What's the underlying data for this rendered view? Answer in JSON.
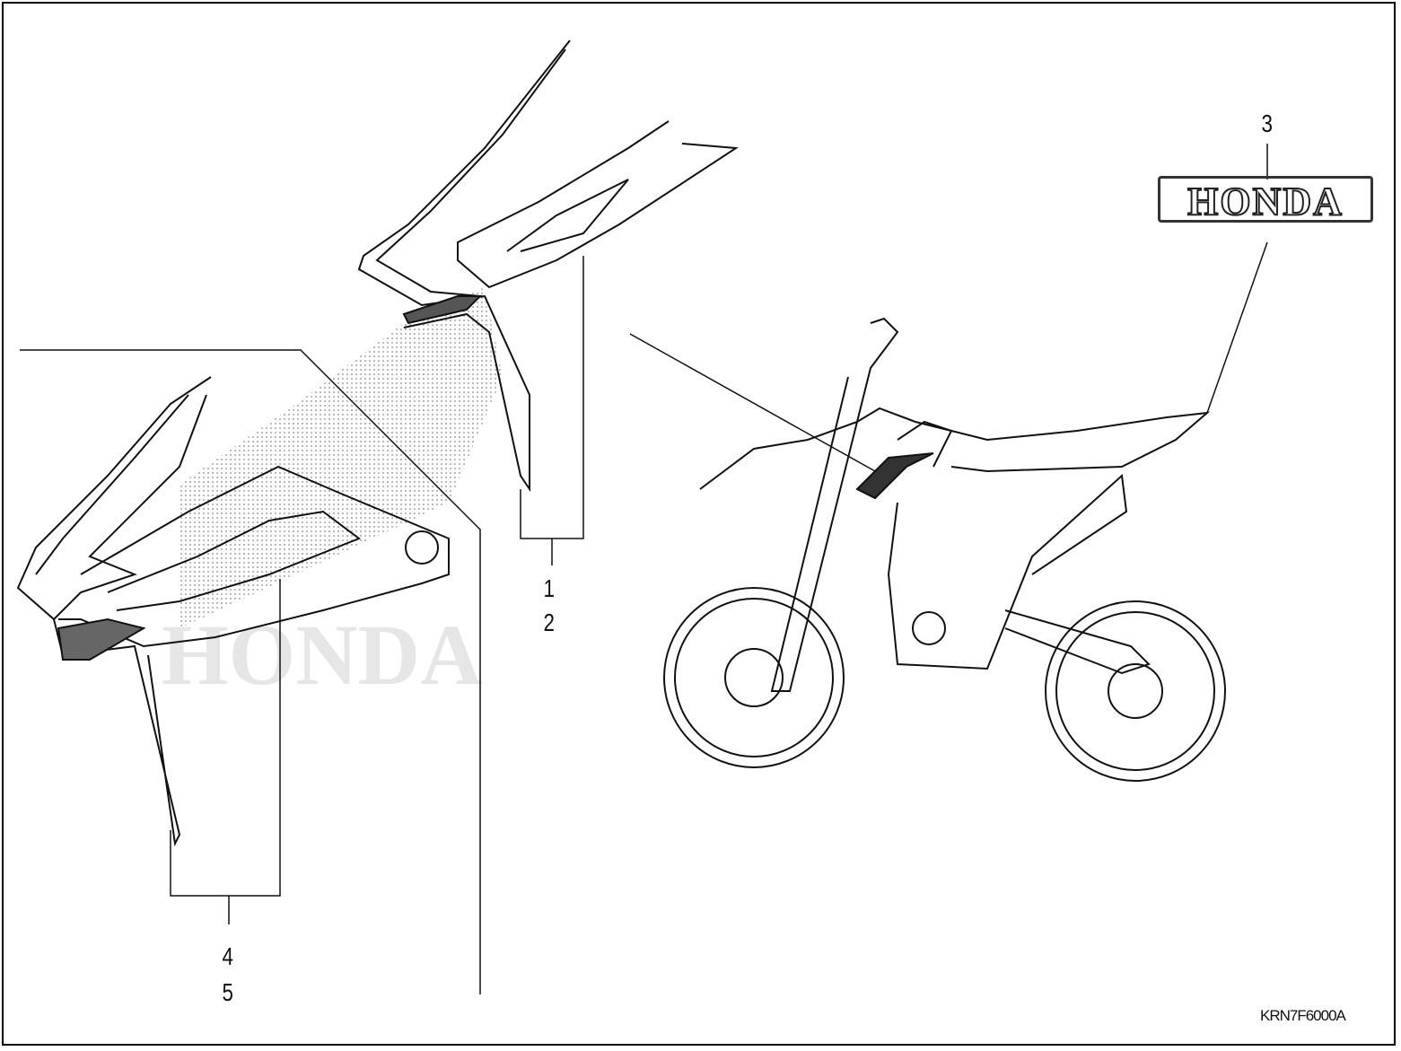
{
  "diagram": {
    "callouts": [
      {
        "id": "1",
        "label": "1"
      },
      {
        "id": "2",
        "label": "2"
      },
      {
        "id": "3",
        "label": "3"
      },
      {
        "id": "4",
        "label": "4"
      },
      {
        "id": "5",
        "label": "5"
      }
    ],
    "emblem_text": "HONDA",
    "watermark_text": "HONDA",
    "figure_code": "KRN7F6000A"
  }
}
